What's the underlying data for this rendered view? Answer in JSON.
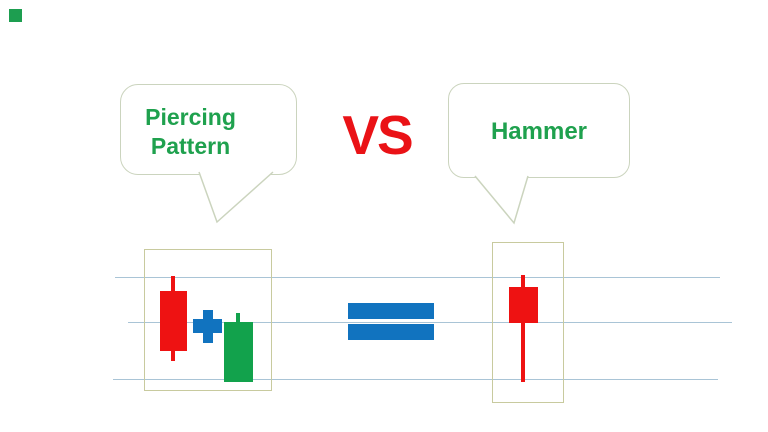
{
  "labels": {
    "left_bubble": "Piercing Pattern",
    "vs": "VS",
    "right_bubble": "Hammer"
  },
  "colors": {
    "text_green": "#1fa14e",
    "vs_red": "#ea1216",
    "candle_red": "#ee1212",
    "candle_green": "#12a24c",
    "symbol_blue": "#1173bf",
    "gridline_blue": "#a9c4d6",
    "box_border": "#c8ca9e",
    "bubble_border": "#cbd4be",
    "logo_green": "#1d9e50"
  },
  "figure": {
    "type": "candlestick-pattern-comparison",
    "equation": "Piercing Pattern = Hammer",
    "gridlines_count": 3,
    "left_pattern": {
      "name": "Piercing Pattern",
      "combiner": "plus-sign",
      "candles": [
        {
          "color": "red",
          "direction": "bearish",
          "upper_wick": "short",
          "lower_wick": "short"
        },
        {
          "color": "green",
          "direction": "bullish",
          "upper_wick": "short",
          "lower_wick": "none"
        }
      ]
    },
    "relation": "equals-sign",
    "right_pattern": {
      "name": "Hammer",
      "candles": [
        {
          "color": "red",
          "direction": "bearish",
          "upper_wick": "short",
          "lower_wick": "long"
        }
      ]
    }
  }
}
